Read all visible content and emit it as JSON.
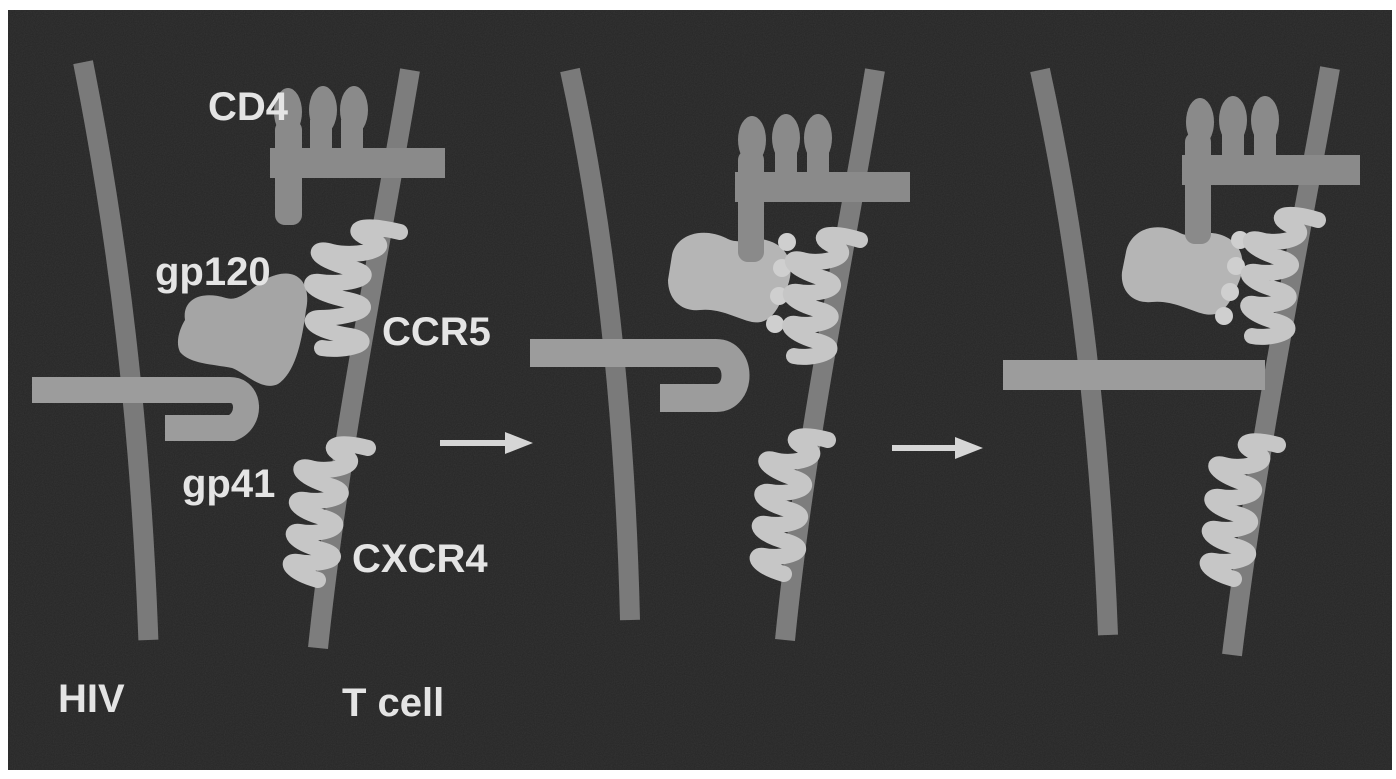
{
  "labels": {
    "cd4": "CD4",
    "gp120": "gp120",
    "ccr5": "CCR5",
    "gp41": "gp41",
    "cxcr4": "CXCR4",
    "hiv": "HIV",
    "tcell": "T cell"
  },
  "colors": {
    "background": "#262626",
    "hiv_membrane": "#7a7a7a",
    "cd4": "#8a8a8a",
    "coreceptor_coil": "#c6c6c6",
    "gp120": "#b5b5b5",
    "gp41": "#9c9c9c",
    "arrow": "#d6d6d6",
    "label": "#e4e4e4"
  }
}
